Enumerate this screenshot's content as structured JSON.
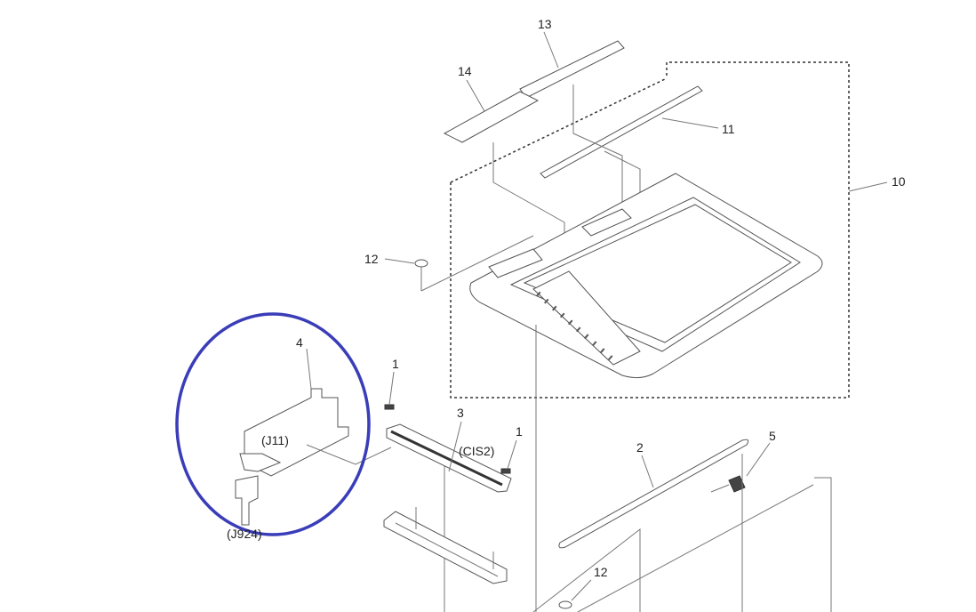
{
  "diagram": {
    "callouts": {
      "c13": "13",
      "c14": "14",
      "c11": "11",
      "c10": "10",
      "c12a": "12",
      "c4": "4",
      "c1a": "1",
      "c3": "3",
      "c1b": "1",
      "c2": "2",
      "c5": "5",
      "c12b": "12"
    },
    "connectors": {
      "j11": "(J11)",
      "cis2": "(CIS2)",
      "j924": "(J924)"
    },
    "highlight_color": "#3a3db8"
  }
}
